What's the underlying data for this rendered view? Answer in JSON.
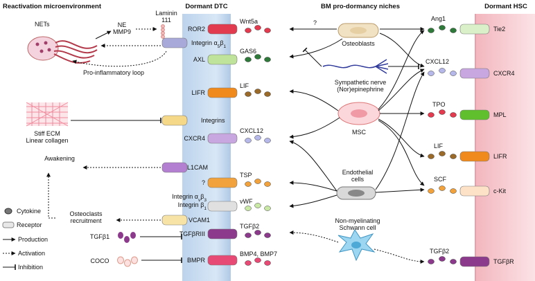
{
  "headers": {
    "reactivation": "Reactivation microenvironment",
    "dormant_dtc": "Dormant DTC",
    "bm_niches": "BM pro-dormancy niches",
    "dormant_hsc": "Dormant HSC"
  },
  "left": {
    "nets": "NETs",
    "ne_mmp9_1": "NE",
    "ne_mmp9_2": "MMP9",
    "laminin_1": "Laminin",
    "laminin_2": "111",
    "pro_inflammatory": "Pro-inflammatory loop",
    "stiff_ecm_1": "Stiff ECM",
    "stiff_ecm_2": "Linear collagen",
    "awakening": "Awakening",
    "osteoclasts_1": "Osteoclasts",
    "osteoclasts_2": "recruitment",
    "tgfb1": "TGFβ1",
    "coco": "COCO"
  },
  "dtc_receptors": {
    "ror2": "ROR2",
    "integrin_a5b1": "Integrin α",
    "integrin_a5b1_sub1": "5",
    "integrin_a5b1_mid": "β",
    "integrin_a5b1_sub2": "1",
    "axl": "AXL",
    "lifr": "LIFR",
    "integrins": "Integrins",
    "cxcr4": "CXCR4",
    "l1cam": "L1CAM",
    "question": "?",
    "integrin_avb3_1": "Integrin α",
    "integrin_avb3_sub1": "v",
    "integrin_avb3_mid": "β",
    "integrin_avb3_sub2": "3",
    "integrin_b1": "Integrin β",
    "integrin_b1_sub": "1",
    "vcam1": "VCAM1",
    "tgfbriii": "TGFβRIII",
    "bmpr": "BMPR"
  },
  "ligands": {
    "wnt5a": "Wnt5a",
    "gas6": "GAS6",
    "lif": "LIF",
    "cxcl12": "CXCL12",
    "tsp": "TSP",
    "vwf": "vWF",
    "tgfb2": "TGFβ2",
    "bmp": "BMP4, BMP7"
  },
  "niches": {
    "question": "?",
    "osteoblasts": "Osteoblasts",
    "sympathetic_1": "Sympathetic nerve",
    "sympathetic_2": "(Nor)epinephrine",
    "msc": "MSC",
    "endothelial_1": "Endothelial",
    "endothelial_2": "cells",
    "schwann_1": "Non-myelinating",
    "schwann_2": "Schwann cell"
  },
  "hsc": {
    "ang1": "Ang1",
    "tie2": "Tie2",
    "cxcl12": "CXCL12",
    "cxcr4": "CXCR4",
    "tpo": "TPO",
    "mpl": "MPL",
    "lif": "LIF",
    "lifr": "LIFR",
    "scf": "SCF",
    "ckit": "c-Kit",
    "tgfb2": "TGFβ2",
    "tgfbr": "TGFβR"
  },
  "legend": {
    "cytokine": "Cytokine",
    "receptor": "Receptor",
    "production": "Production",
    "activation": "Activation",
    "inhibition": "Inhibition"
  },
  "colors": {
    "dtc_band": "#cfe0f2",
    "hsc_band": "#f6c9cf",
    "ror2": "#e23b4f",
    "integrin_a5b1": "#a9a9d9",
    "axl": "#bfe39a",
    "lifr": "#f08a1c",
    "integrins": "#f6d889",
    "cxcr4": "#c8a6e0",
    "l1cam": "#b27fd1",
    "tsp": "#f2a23c",
    "integrin_avb3": "#e0e0e0",
    "vcam1": "#f7e3a6",
    "tgfbriii": "#8c3a8c",
    "bmpr": "#e84a76",
    "tie2": "#d9f0c8",
    "mpl": "#5fbf2c",
    "ckit": "#fde2c8",
    "tgfbr": "#8c3a8c"
  }
}
